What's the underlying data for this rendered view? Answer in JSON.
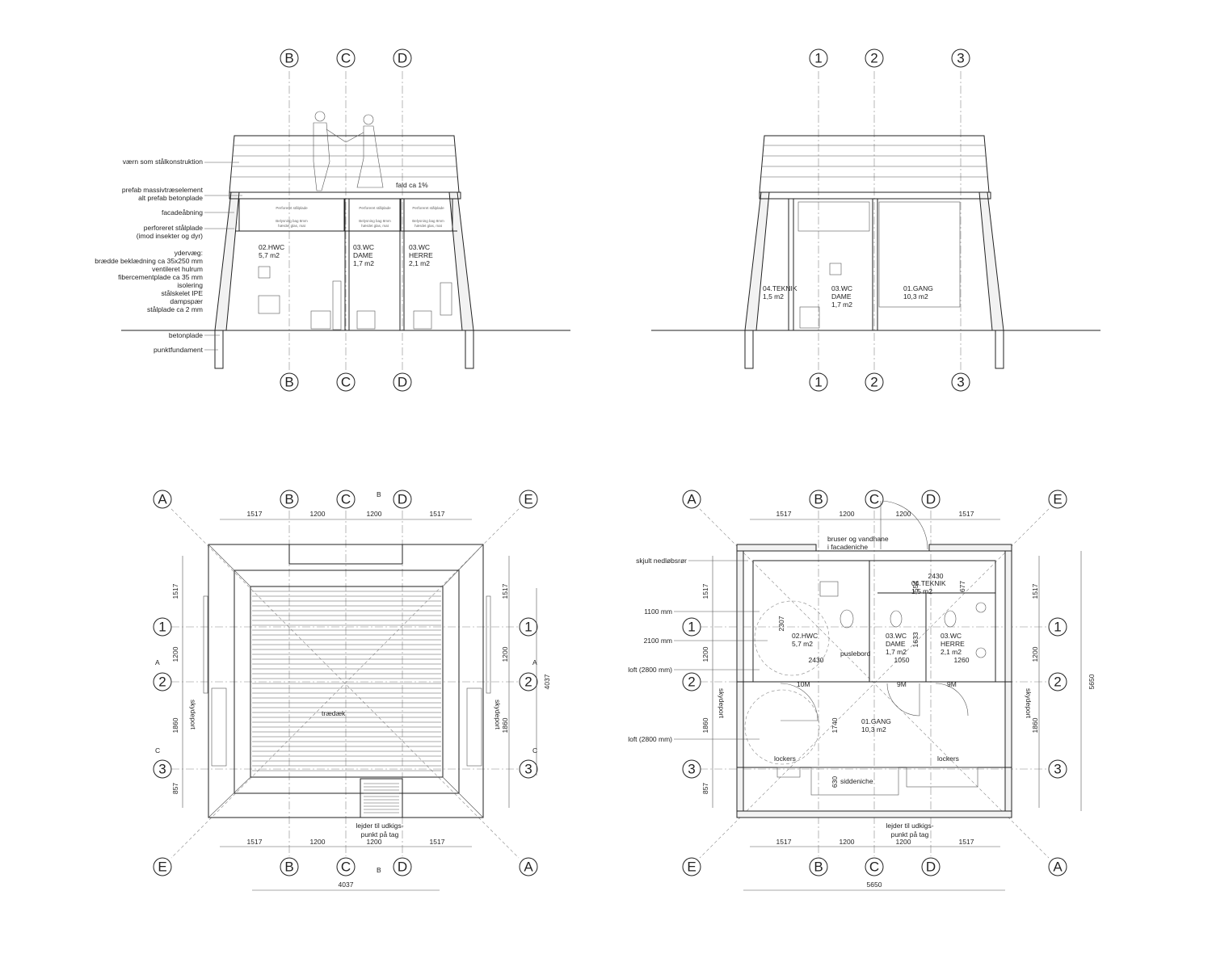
{
  "drawings": {
    "section_bcd": {
      "axes": [
        "B",
        "C",
        "D"
      ],
      "annotations": [
        "værn som stålkonstruktion",
        "prefab massivtræselement",
        "alt prefab betonplade",
        "facadeåbning",
        "perforeret stålplade",
        "(imod insekter og dyr)",
        "ydervæg:",
        "brædde beklædning ca 35x250 mm",
        "ventileret hulrum",
        "fibercementplade ca 35 mm",
        "isolering",
        "stålskelet IPE",
        "dampspær",
        "stålplade ca 2 mm",
        "betonplade",
        "punktfundament"
      ],
      "slope": "fald ca 1%",
      "panel_text": [
        "Perforeret stålplade",
        "Belysning bag 8mm",
        "hærdet glas, mat"
      ],
      "rooms": [
        {
          "name": "02.HWC",
          "area": "5,7 m2"
        },
        {
          "name": "03.WC",
          "sub": "DAME",
          "area": "1,7 m2"
        },
        {
          "name": "03.WC",
          "sub": "HERRE",
          "area": "2,1 m2"
        }
      ]
    },
    "section_123": {
      "axes": [
        "1",
        "2",
        "3"
      ],
      "rooms": [
        {
          "name": "04.TEKNIK",
          "area": "1,5 m2"
        },
        {
          "name": "03.WC",
          "sub": "DAME",
          "area": "1,7 m2"
        },
        {
          "name": "01.GANG",
          "area": "10,3 m2"
        }
      ]
    },
    "roof_plan": {
      "axes_top": [
        "B",
        "C",
        "D"
      ],
      "axes_diag": [
        "A",
        "E"
      ],
      "axes_side": [
        "1",
        "2",
        "3"
      ],
      "dims_h": [
        "1517",
        "1200",
        "1200",
        "1517"
      ],
      "dims_v": [
        "1517",
        "1200",
        "1860",
        "857"
      ],
      "overall": "4037",
      "labels": {
        "deck": "trædæk",
        "ladder_1": "lejder til udkigs-",
        "ladder_2": "punkt på tag",
        "gate": "skydeport",
        "cut_a": "A",
        "cut_b": "B",
        "cut_c": "C"
      }
    },
    "floor_plan": {
      "axes_top": [
        "B",
        "C",
        "D"
      ],
      "axes_side": [
        "1",
        "2",
        "3"
      ],
      "dims_h": [
        "1517",
        "1200",
        "1200",
        "1517"
      ],
      "dims_v": [
        "1517",
        "1200",
        "1860",
        "857"
      ],
      "overall": "5650",
      "left_labels": [
        "skjult nedløbsrør",
        "1100 mm",
        "2100 mm",
        "loft (2800 mm)",
        "loft (2800 mm)"
      ],
      "labels": {
        "shower_1": "bruser og vandhane",
        "shower_2": "i facadeniche",
        "changing": "puslebord",
        "bench": "siddeniche",
        "lockers": "lockers",
        "ladder_1": "lejder til udkigs-",
        "ladder_2": "punkt på tag",
        "gate": "skydeport"
      },
      "inner_dims": [
        "2430",
        "554",
        "677",
        "2307",
        "2430",
        "1633",
        "1050",
        "1260",
        "1740",
        "630"
      ],
      "doors": [
        "10M",
        "9M",
        "9M"
      ],
      "rooms": [
        {
          "name": "04.TEKNIK",
          "area": "1,5 m2"
        },
        {
          "name": "02.HWC",
          "area": "5,7 m2"
        },
        {
          "name": "03.WC",
          "sub": "DAME",
          "area": "1,7 m2"
        },
        {
          "name": "03.WC",
          "sub": "HERRE",
          "area": "2,1 m2"
        },
        {
          "name": "01.GANG",
          "area": "10,3 m2"
        }
      ]
    }
  }
}
